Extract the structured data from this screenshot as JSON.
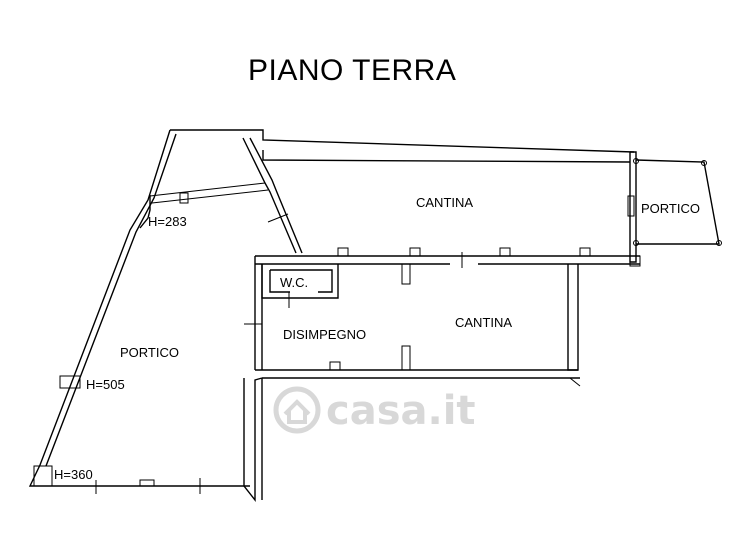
{
  "title": "PIANO TERRA",
  "watermark": "casa.it",
  "rooms": {
    "cantina_top": "CANTINA",
    "portico_right": "PORTICO",
    "wc": "W.C.",
    "disimpegno": "DISIMPEGNO",
    "cantina_bottom": "CANTINA",
    "portico_left": "PORTICO"
  },
  "heights": {
    "h283": "H=283",
    "h505": "H=505",
    "h360": "H=360"
  },
  "colors": {
    "wall": "#000000",
    "watermark": "#d8d8d8"
  }
}
